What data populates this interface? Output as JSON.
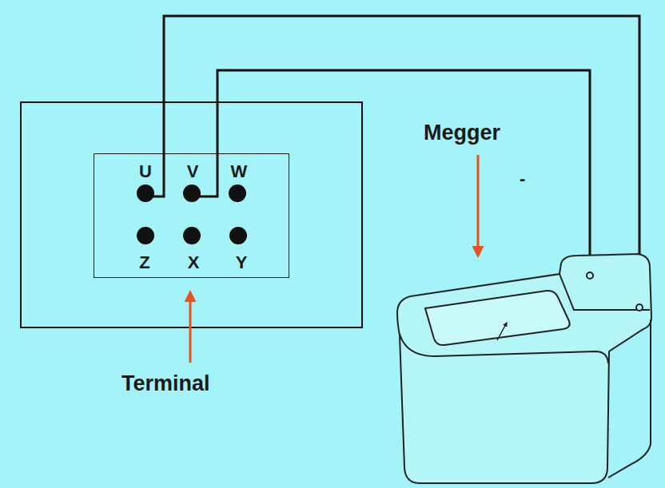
{
  "diagram": {
    "nodes": [
      {
        "text": [
          "U",
          "V",
          "W",
          "Z",
          "X",
          "Y"
        ]
      }
    ],
    "labels": [
      "Megger",
      "-",
      "Terminal"
    ]
  }
}
